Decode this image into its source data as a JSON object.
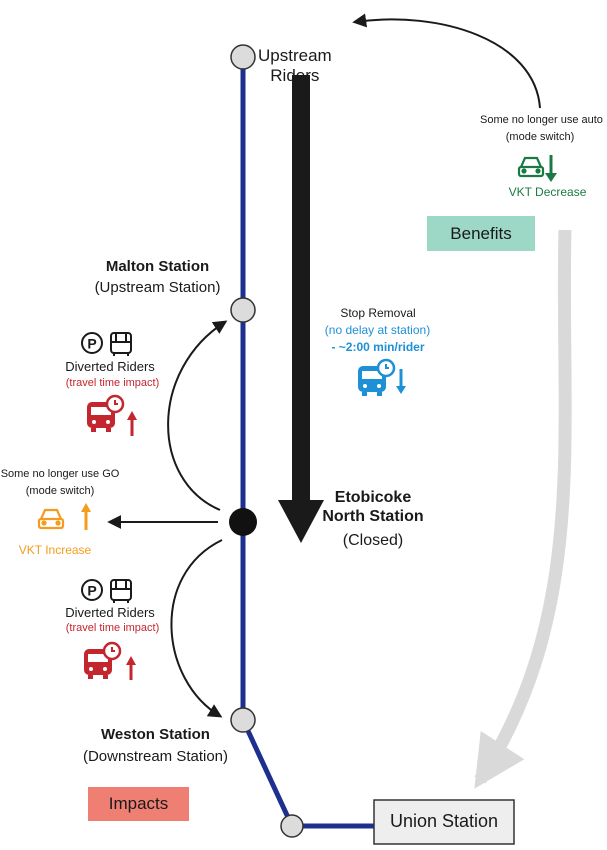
{
  "stations": {
    "upstream_riders": "Upstream\nRiders",
    "malton": {
      "name": "Malton Station",
      "sub": "(Upstream Station)"
    },
    "etobicoke": {
      "name": "Etobicoke\nNorth Station",
      "sub": "(Closed)"
    },
    "weston": {
      "name": "Weston Station",
      "sub": "(Downstream Station)"
    },
    "union": "Union Station"
  },
  "benefits": {
    "label": "Benefits",
    "mode_switch": "Some no longer use auto\n(mode switch)",
    "vkt": "VKT Decrease",
    "stop_removal": "Stop Removal",
    "no_delay": "(no delay at station)",
    "time_saved": "- ~2:00 min/rider"
  },
  "impacts": {
    "label": "Impacts",
    "mode_switch": "Some no longer use GO\n(mode switch)",
    "vkt": "VKT Increase",
    "diverted_upper": "Diverted Riders",
    "impact_upper": "(travel time impact)",
    "diverted_lower": "Diverted Riders",
    "impact_lower": "(travel time impact)"
  },
  "icons": {
    "parking_glyph": "P"
  },
  "colors": {
    "line": "#1d2f8f",
    "benefit_green": "#1b7a43",
    "benefit_box": "#9cd8c5",
    "info_blue": "#1e90d6",
    "impact_red": "#c4262e",
    "impact_orange": "#f39c1f",
    "impact_box": "#ef7f73",
    "grey_arrow": "#d9d9d9"
  }
}
